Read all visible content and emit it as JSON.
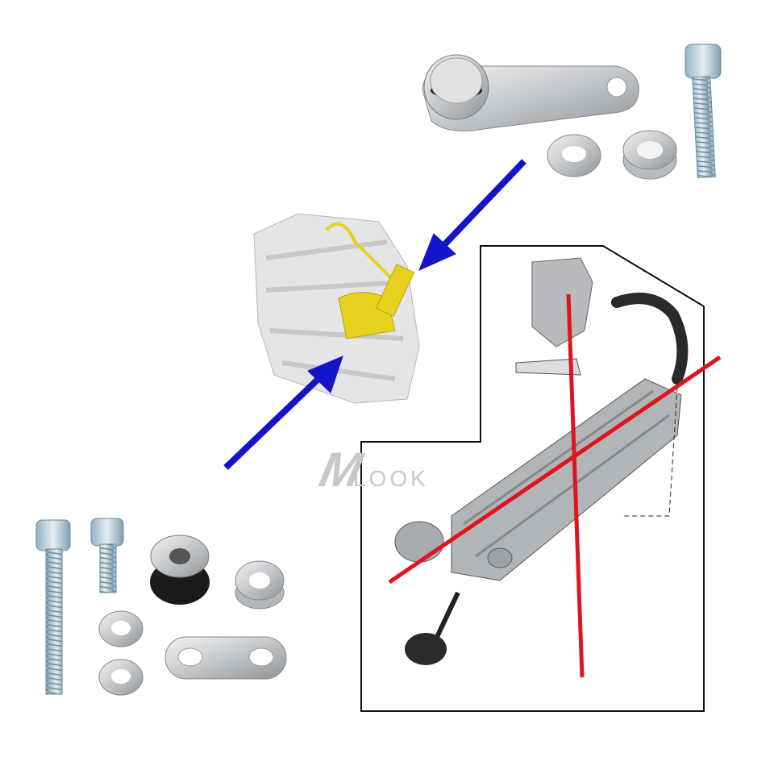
{
  "watermark": {
    "logo_text": "MLOOK",
    "mark": "M",
    "word": "LOOK"
  },
  "colors": {
    "arrow": "#1414c8",
    "cross": "#e0141e",
    "metal": "#c8cacc",
    "highlight": "#e6d21e",
    "frame": "#111111"
  }
}
